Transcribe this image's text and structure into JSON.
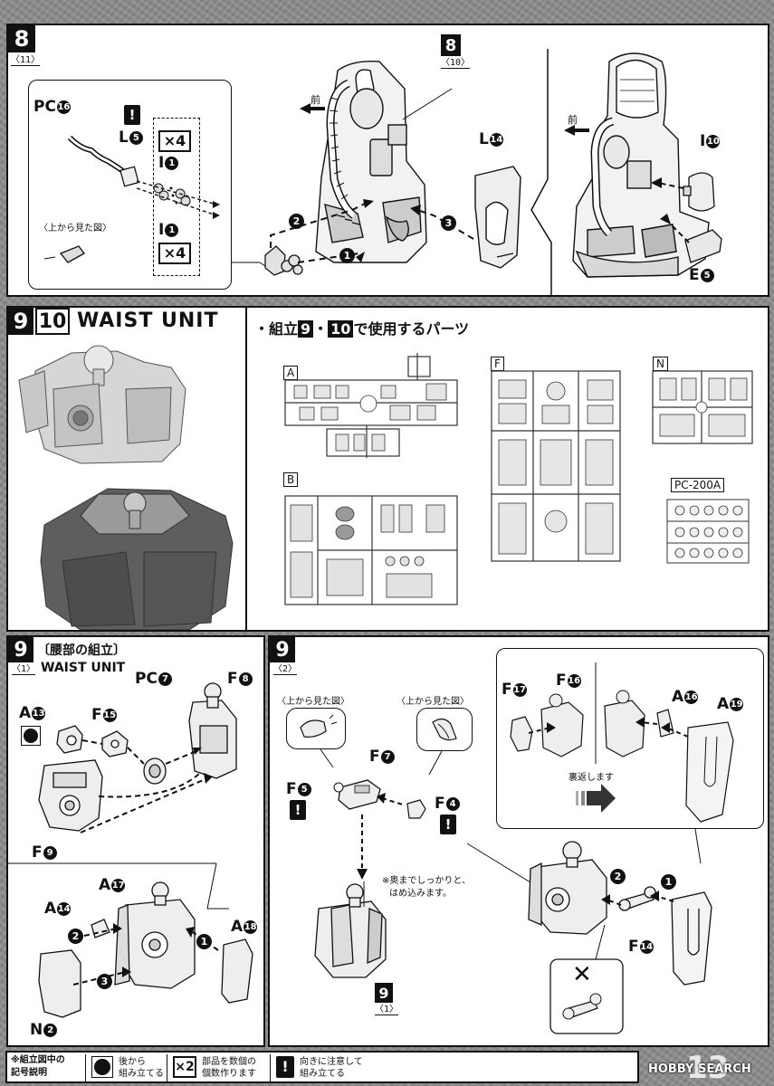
{
  "step8": {
    "number": "8",
    "sub": "〈11〉",
    "inner_step": "8",
    "inner_sub": "〈10〉",
    "front_label": "前",
    "front_label_2": "前",
    "top_view_label": "〈上から見た図〉",
    "parts": {
      "pc16": "PC",
      "pc16_num": "16",
      "l5": "L",
      "l5_num": "5",
      "i1a": "I",
      "i1a_num": "1",
      "i1b": "I",
      "i1b_num": "1",
      "x4a": "×4",
      "x4b": "×4",
      "l14": "L",
      "l14_num": "14",
      "i10": "I",
      "i10_num": "10",
      "e5": "E",
      "e5_num": "5"
    },
    "arrows": [
      "1",
      "2",
      "3"
    ]
  },
  "step910": {
    "num_a": "9",
    "num_b": "10",
    "title": "WAIST UNIT",
    "parts_heading_prefix": "・組立",
    "parts_heading_a": "9",
    "parts_heading_sep": "・",
    "parts_heading_b": "10",
    "parts_heading_suffix": "で使用するパーツ",
    "runners": [
      "A",
      "F",
      "N",
      "B",
      "PC-200A"
    ]
  },
  "step9a": {
    "number": "9",
    "title": "〔腰部の組立〕",
    "sub": "〈1〉",
    "subtitle": "WAIST UNIT",
    "parts": {
      "a13": "A",
      "a13_num": "13",
      "f15": "F",
      "f15_num": "15",
      "pc7": "PC",
      "pc7_num": "7",
      "f8": "F",
      "f8_num": "8",
      "f9": "F",
      "f9_num": "9",
      "a17": "A",
      "a17_num": "17",
      "a14": "A",
      "a14_num": "14",
      "a18": "A",
      "a18_num": "18",
      "n2": "N",
      "n2_num": "2"
    }
  },
  "step9b": {
    "number": "9",
    "sub": "〈2〉",
    "top_view_1": "〈上から見た図〉",
    "top_view_2": "〈上から見た図〉",
    "note_1": "※奥までしっかりと、",
    "note_2": "はめ込みます。",
    "ref_number": "9",
    "ref_sub": "〈1〉",
    "flip_label": "裏返します",
    "wrong_mark": "✕",
    "parts": {
      "f7": "F",
      "f7_num": "7",
      "f5": "F",
      "f5_num": "5",
      "f4": "F",
      "f4_num": "4",
      "f17": "F",
      "f17_num": "17",
      "f16": "F",
      "f16_num": "16",
      "a16": "A",
      "a16_num": "16",
      "a19": "A",
      "a19_num": "19",
      "f14": "F",
      "f14_num": "14"
    }
  },
  "legend": {
    "title_1": "※組立図中の",
    "title_2": "記号説明",
    "item1_line1": "後から",
    "item1_line2": "組み立てる",
    "item2_symbol": "×2",
    "item2_line1": "部品を数個の",
    "item2_line2": "個数作ります",
    "item3_symbol": "!",
    "item3_line1": "向きに注意して",
    "item3_line2": "組み立てる"
  },
  "watermark": "HOBBY SEARCH",
  "page_number": "13"
}
